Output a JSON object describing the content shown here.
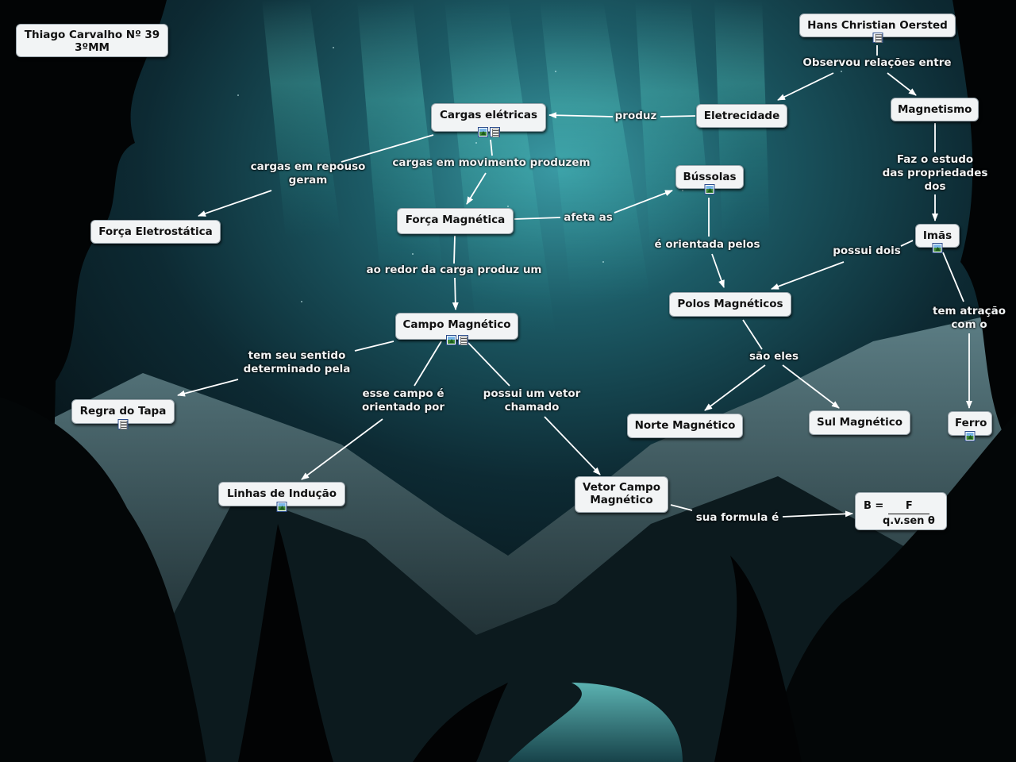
{
  "author": {
    "line1": "Thiago Carvalho Nº 39",
    "line2": "3ºMM"
  },
  "nodes": {
    "oersted": "Hans Christian Oersted",
    "eletricidade": "Eletrecidade",
    "magnetismo": "Magnetismo",
    "cargas": "Cargas elétricas",
    "forca_eletro": "Força Eletrostática",
    "forca_mag": "Força Magnética",
    "bussolas": "Bússolas",
    "imas": "Imãs",
    "polos": "Polos Magnéticos",
    "campo": "Campo Magnético",
    "regra": "Regra do Tapa",
    "linhas": "Linhas de Indução",
    "vetor_line1": "Vetor Campo",
    "vetor_line2": "Magnético",
    "norte": "Norte Magnético",
    "sul": "Sul Magnético",
    "ferro": "Ferro"
  },
  "formula": {
    "lhs": "B =",
    "numerator": "F",
    "denominator": "q.v.sen θ"
  },
  "links": {
    "observou": "Observou relações entre",
    "produz": "produz",
    "faz_estudo_1": "Faz o estudo",
    "faz_estudo_2": "das propriedades",
    "faz_estudo_3": "dos",
    "repouso_1": "cargas em repouso",
    "repouso_2": "geram",
    "movimento": "cargas em movimento produzem",
    "afeta": "afeta as",
    "orientada_pelos": "é orientada pelos",
    "possui_dois": "possui dois",
    "atracao_1": "tem atração",
    "atracao_2": "com o",
    "ao_redor": "ao redor da carga produz um",
    "sentido_1": "tem seu sentido",
    "sentido_2": "determinado pela",
    "orientado_1": "esse campo é",
    "orientado_2": "orientado por",
    "vetor_1": "possui um vetor",
    "vetor_2": "chamado",
    "sao_eles": "são eles",
    "formula_link": "sua formula é"
  },
  "colors": {
    "node_bg": "#f2f4f5",
    "link": "#ffffff",
    "aurora": "#3fd0c8"
  }
}
